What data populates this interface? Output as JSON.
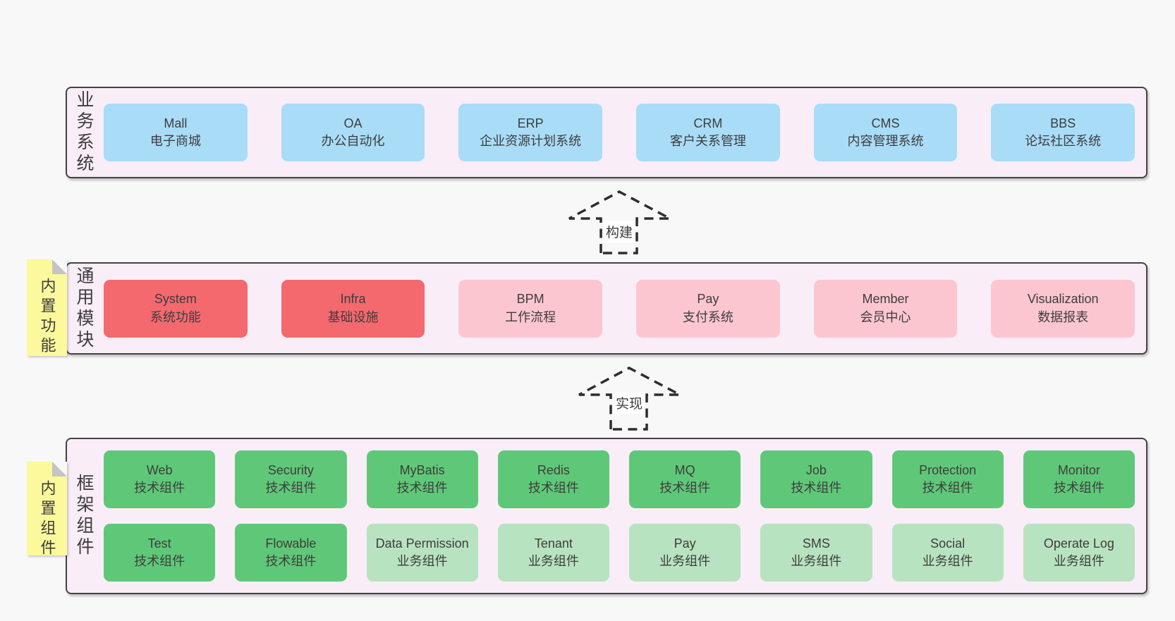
{
  "colors": {
    "page_bg": "#f9f8f9",
    "container_bg": "#f9edf8",
    "container_border": "#434343",
    "box_blue": "#a9dcf7",
    "box_red": "#f3696e",
    "box_pink": "#fcc6d1",
    "box_green": "#5fc878",
    "box_green_light": "#b8e3c0",
    "sticky_yellow": "#fbf99c",
    "text": "#3d3d3d"
  },
  "layers": [
    {
      "label": "业务系统",
      "boxes": [
        {
          "en": "Mall",
          "zh": "电子商城"
        },
        {
          "en": "OA",
          "zh": "办公自动化"
        },
        {
          "en": "ERP",
          "zh": "企业资源计划系统"
        },
        {
          "en": "CRM",
          "zh": "客户关系管理"
        },
        {
          "en": "CMS",
          "zh": "内容管理系统"
        },
        {
          "en": "BBS",
          "zh": "论坛社区系统"
        }
      ]
    },
    {
      "label": "通用模块",
      "sticky": "内置功能",
      "boxes": [
        {
          "en": "System",
          "zh": "系统功能"
        },
        {
          "en": "Infra",
          "zh": "基础设施"
        },
        {
          "en": "BPM",
          "zh": "工作流程"
        },
        {
          "en": "Pay",
          "zh": "支付系统"
        },
        {
          "en": "Member",
          "zh": "会员中心"
        },
        {
          "en": "Visualization",
          "zh": "数据报表"
        }
      ]
    },
    {
      "label": "框架组件",
      "sticky": "内置组件",
      "rows": [
        [
          {
            "en": "Web",
            "zh": "技术组件"
          },
          {
            "en": "Security",
            "zh": "技术组件"
          },
          {
            "en": "MyBatis",
            "zh": "技术组件"
          },
          {
            "en": "Redis",
            "zh": "技术组件"
          },
          {
            "en": "MQ",
            "zh": "技术组件"
          },
          {
            "en": "Job",
            "zh": "技术组件"
          },
          {
            "en": "Protection",
            "zh": "技术组件"
          },
          {
            "en": "Monitor",
            "zh": "技术组件"
          }
        ],
        [
          {
            "en": "Test",
            "zh": "技术组件"
          },
          {
            "en": "Flowable",
            "zh": "技术组件"
          },
          {
            "en": "Data Permission",
            "zh": "业务组件"
          },
          {
            "en": "Tenant",
            "zh": "业务组件"
          },
          {
            "en": "Pay",
            "zh": "业务组件"
          },
          {
            "en": "SMS",
            "zh": "业务组件"
          },
          {
            "en": "Social",
            "zh": "业务组件"
          },
          {
            "en": "Operate Log",
            "zh": "业务组件"
          }
        ]
      ]
    }
  ],
  "arrows": [
    {
      "label": "构建"
    },
    {
      "label": "实现"
    }
  ]
}
